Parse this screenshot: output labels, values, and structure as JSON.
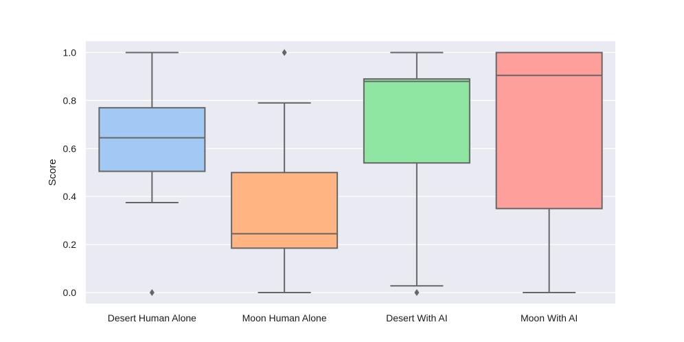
{
  "chart_data": {
    "type": "box",
    "title": "",
    "xlabel": "",
    "ylabel": "Score",
    "ylim": [
      -0.05,
      1.05
    ],
    "yticks": [
      0.0,
      0.2,
      0.4,
      0.6,
      0.8,
      1.0
    ],
    "ytick_labels": [
      "0.0",
      "0.2",
      "0.4",
      "0.6",
      "0.8",
      "1.0"
    ],
    "grid": true,
    "background": "#eaeaf2",
    "categories": [
      "Desert Human Alone",
      "Moon Human Alone",
      "Desert With AI",
      "Moon With AI"
    ],
    "boxes": [
      {
        "category": "Desert Human Alone",
        "whisker_low": 0.375,
        "q1": 0.505,
        "median": 0.645,
        "q3": 0.77,
        "whisker_high": 1.0,
        "outliers": [
          0.0
        ],
        "color": "#a1c9f4"
      },
      {
        "category": "Moon Human Alone",
        "whisker_low": 0.0,
        "q1": 0.185,
        "median": 0.245,
        "q3": 0.5,
        "whisker_high": 0.79,
        "outliers": [
          1.0
        ],
        "color": "#ffb482"
      },
      {
        "category": "Desert With AI",
        "whisker_low": 0.028,
        "q1": 0.54,
        "median": 0.88,
        "q3": 0.89,
        "whisker_high": 1.0,
        "outliers": [
          0.0
        ],
        "color": "#8de5a1"
      },
      {
        "category": "Moon With AI",
        "whisker_low": 0.0,
        "q1": 0.35,
        "median": 0.905,
        "q3": 1.0,
        "whisker_high": 1.0,
        "outliers": [],
        "color": "#ff9f9b"
      }
    ]
  }
}
